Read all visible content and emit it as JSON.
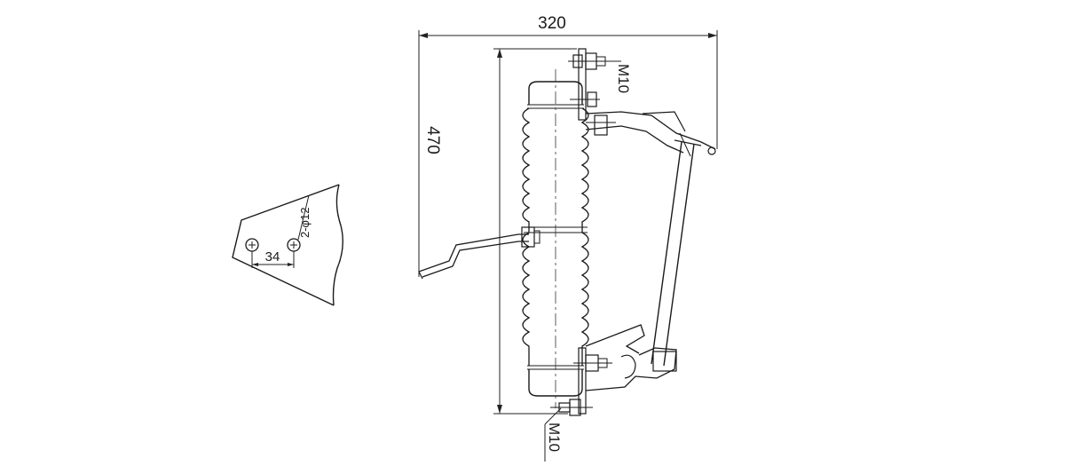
{
  "colors": {
    "line": "#1a1a1a",
    "background": "#ffffff"
  },
  "dimensions": {
    "overall_width": "320",
    "overall_height": "470",
    "hole_spacing": "34",
    "hole_spec": "2-φ12",
    "top_bolt": "M10",
    "bottom_bolt": "M10"
  }
}
